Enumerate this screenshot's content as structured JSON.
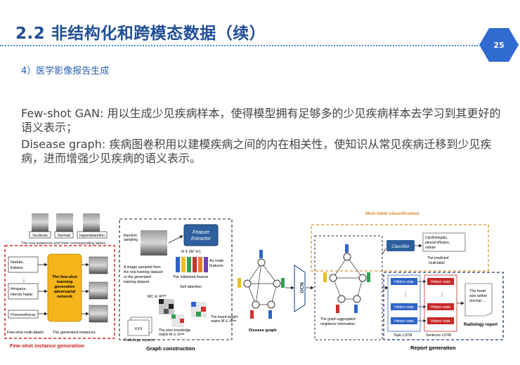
{
  "slide": {
    "title": "2.2 非结构化和跨模态数据（续）",
    "page_number": "25",
    "subheading": "4）医学影像报告生成",
    "paragraphs": [
      "Few-shot GAN: 用以生成少见疾病样本，使得模型拥有足够多的少见疾病样本去学习到其更好的语义表示；",
      "Disease graph: 疾病图卷积用以建模疾病之间的内在相关性，使知识从常见疾病迁移到少见疾病，进而增强少见疾病的语义表示。"
    ]
  },
  "figure": {
    "xray_labels": [
      "Scoliosis",
      "Normal",
      "Hyperdistention"
    ],
    "real_instances_caption": "The real instances and their corresponding labels",
    "label_box_1": [
      "Nodule,",
      "Edema"
    ],
    "label_box_2": [
      "Airspace,",
      "Hernia hiatal"
    ],
    "label_box_3": "Pneumothorax",
    "ellipsis": "⋮",
    "gan_label": [
      "The few-shot",
      "learning",
      "generative",
      "adversarial",
      "network"
    ],
    "few_shot_labels": "Few-shot multi-labels",
    "generated_instances": "The generated instances.",
    "section_few_shot": "Few-shot instance generation",
    "random_sampling": [
      "Random",
      "sampling"
    ],
    "feature_extractor": [
      "Feature",
      "Extractor"
    ],
    "nxk": "N X (W'·H')",
    "initialized_feature": "The initialized feature",
    "as_node_features": [
      "As node",
      "features"
    ],
    "sampled_image": [
      "A image sampled  from",
      "the real training dataset",
      "or the generated",
      "training dataset."
    ],
    "self_attention": "Self attention",
    "mc": "MC ∈ ℝᴺˣᴺ",
    "prior_knowledge": [
      "The prior knowledge",
      "matrix  M ∈ ℝᴺˣᴺ"
    ],
    "fused_weight": [
      "The fused weight",
      "matrix M̂ ∈ ℝᴺˣᴺ"
    ],
    "xxx": "XXX",
    "radiology_reports": "Radiology reports",
    "section_graph": "Graph construction",
    "disease_graph": "Disease graph",
    "gcn": "GCN",
    "section_multilabel": "Muti-label classification",
    "classifier": "Classifier",
    "classes": [
      "Cardiomegaly,",
      "pleural effusion,",
      "nodule"
    ],
    "predicted": [
      "The predicted",
      "multi-label"
    ],
    "aggregated": [
      "The graph aggregated",
      "neighbors' information."
    ],
    "hidden_state": "Hidden state",
    "topic_lstm": "Topic LSTM",
    "sentence_lstm": "Sentence LSTM",
    "report_text": [
      "The heart",
      "size within",
      "normal ..."
    ],
    "radiology_report": "Radiology report",
    "section_report": "Report generation"
  }
}
